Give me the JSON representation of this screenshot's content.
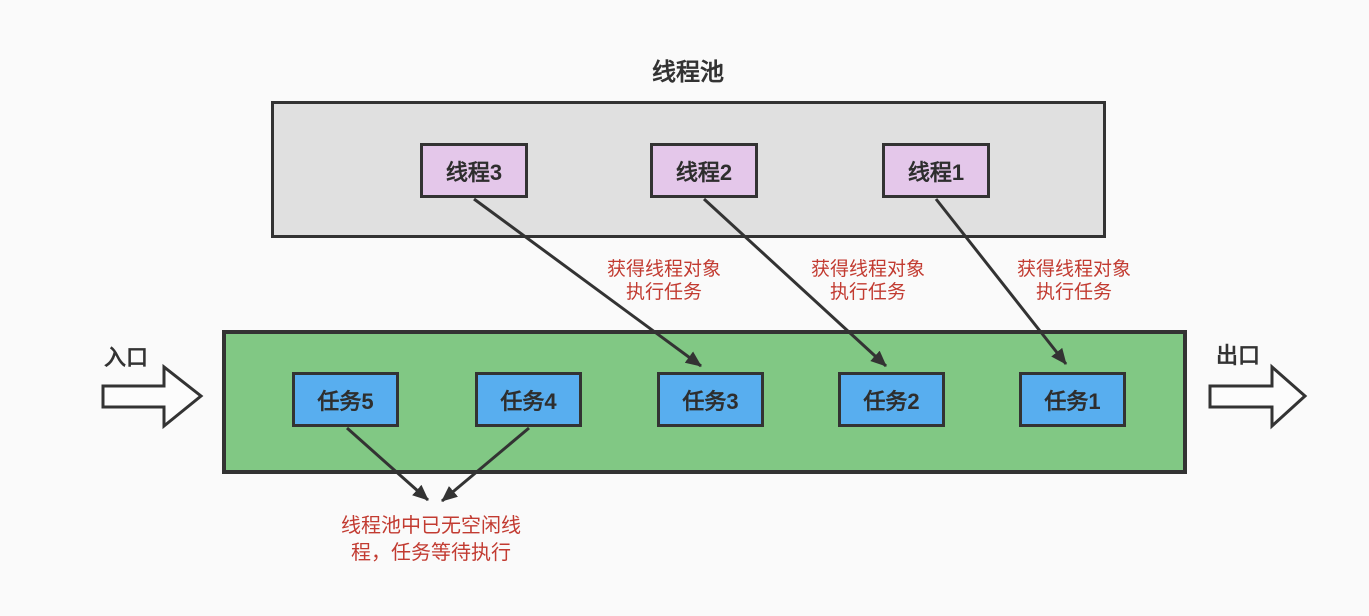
{
  "title": "线程池",
  "entry": {
    "label": "入口"
  },
  "exit": {
    "label": "出口"
  },
  "threads": [
    {
      "label": "线程3"
    },
    {
      "label": "线程2"
    },
    {
      "label": "线程1"
    }
  ],
  "tasks": [
    {
      "label": "任务5"
    },
    {
      "label": "任务4"
    },
    {
      "label": "任务3"
    },
    {
      "label": "任务2"
    },
    {
      "label": "任务1"
    }
  ],
  "annotations": {
    "acquire": {
      "line1": "获得线程对象",
      "line2": "执行任务"
    },
    "waiting": {
      "line1": "线程池中已无空闲线",
      "line2": "程，任务等待执行"
    }
  },
  "colors": {
    "background": "#fafafa",
    "pool_fill": "#e0e0e0",
    "queue_fill": "#81c884",
    "thread_fill": "#e4c7ea",
    "task_fill": "#58aeef",
    "border": "#333333",
    "annotation_red": "#c23b31",
    "text_dark": "#333333"
  }
}
